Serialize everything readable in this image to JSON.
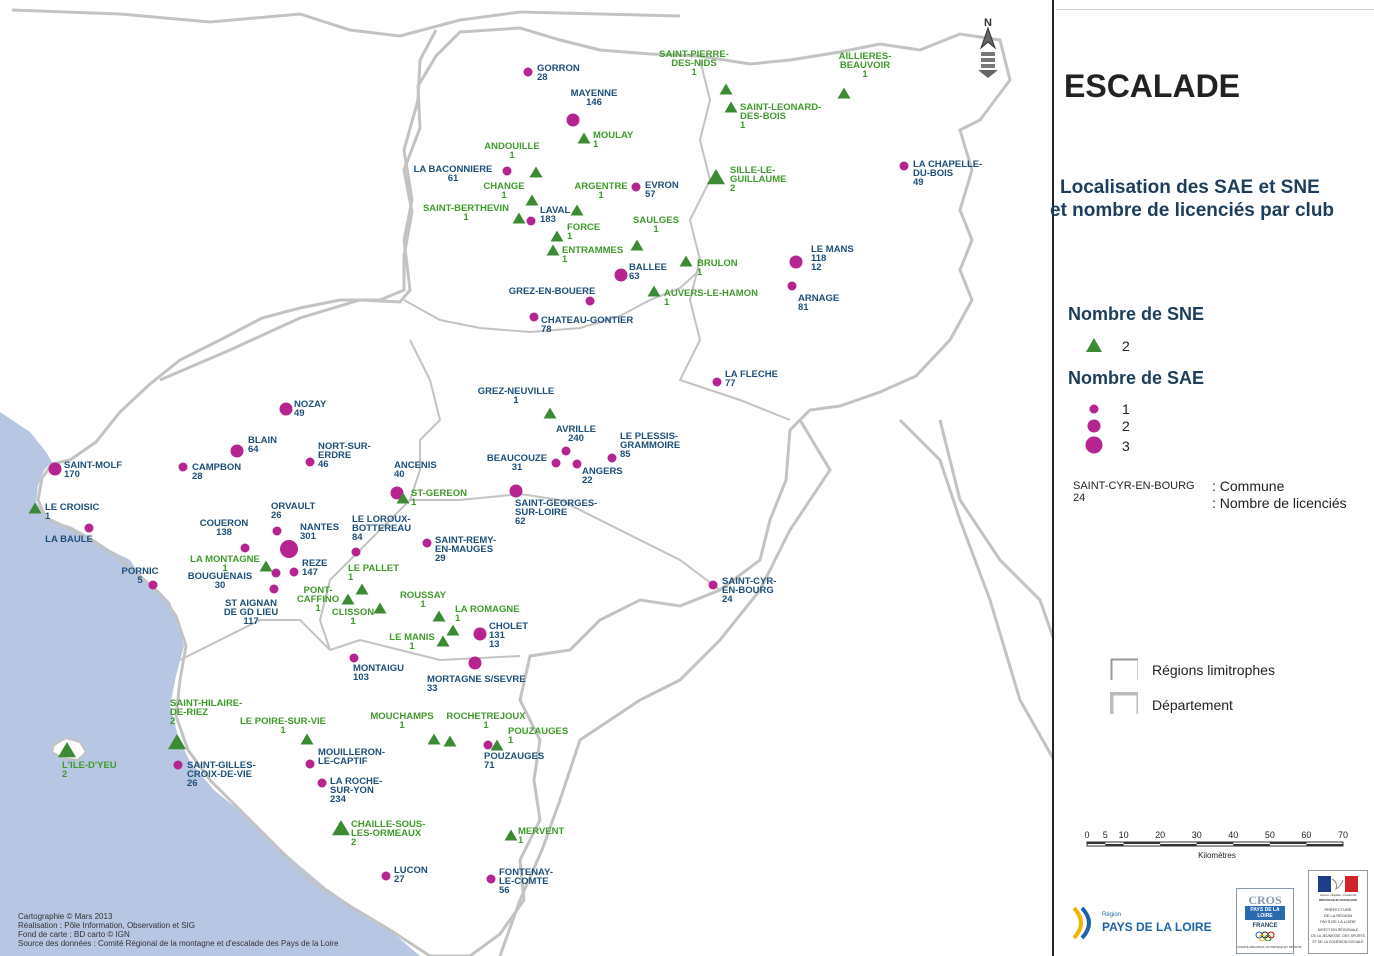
{
  "header": {
    "title": "ESCALADE",
    "subtitle_line1": "Localisation des SAE et SNE",
    "subtitle_line2": "et nombre de licenciés par club"
  },
  "legend": {
    "sne_title": "Nombre de SNE",
    "sne_value": "2",
    "sae_title": "Nombre de SAE",
    "sae_values": [
      "1",
      "2",
      "3"
    ],
    "example_name": "SAINT-CYR-EN-BOURG",
    "example_count": "24",
    "example_label_commune": ": Commune",
    "example_label_licencies": ": Nombre de licenciés",
    "regions_limitrophes": "Régions limitrophes",
    "departement": "Département"
  },
  "scale": {
    "ticks": [
      "0",
      "5",
      "10",
      "20",
      "30",
      "40",
      "50",
      "60",
      "70"
    ],
    "unit": "Kilomètres"
  },
  "north_arrow_label": "N",
  "credits": [
    "Cartographie © Mars 2013",
    "Réalisation : Pôle Information, Observation et SIG",
    "Fond de carte : BD carto © IGN",
    "Source des données : Comité Régional de la montagne et  d'escalade des Pays de la Loire"
  ],
  "logos": {
    "region_small": "Région",
    "region_name": "PAYS DE LA LOIRE",
    "cros_top": "CROS",
    "cros_mid": "PAYS DE LA LOIRE",
    "cros_france": "FRANCE",
    "cros_bottom": "COMITÉ RÉGIONAL OLYMPIQUE ET SPORTIF",
    "pref_motto": "Liberté • Égalité • Fraternité",
    "pref_republic": "RÉPUBLIQUE FRANÇAISE",
    "pref_l1": "PRÉFECTURE",
    "pref_l2": "DE LA RÉGION",
    "pref_l3": "PAYS DE LA LOIRE",
    "pref_l4": "DIRECTION RÉGIONALE",
    "pref_l5": "DE LA JEUNESSE, DES SPORTS",
    "pref_l6": "ET DE LA COHÉSION SOCIALE"
  },
  "colors": {
    "sae": "#b5248f",
    "sne": "#3d8a35",
    "label_blue": "#1d4f7a",
    "label_green": "#3f9a2c",
    "sea": "#b7c6e3",
    "boundary": "#c3c3c3"
  },
  "sites": [
    {
      "id": "gorron",
      "lines": [
        "GORRON",
        "28"
      ],
      "color": "blue",
      "sym": "sae",
      "size": 1
    },
    {
      "id": "mayenne",
      "lines": [
        "MAYENNE",
        "146"
      ],
      "color": "blue",
      "sym": "sae",
      "size": 2
    },
    {
      "id": "moulay",
      "lines": [
        "MOULAY",
        "1"
      ],
      "color": "green",
      "sym": "sne",
      "size": 1
    },
    {
      "id": "saint-pierre-des-nids",
      "lines": [
        "SAINT-PIERRE-",
        "DES-NIDS",
        "1"
      ],
      "color": "green",
      "sym": "sne",
      "size": 1
    },
    {
      "id": "aillieres-beauvoir",
      "lines": [
        "AILLIERES-",
        "BEAUVOIR",
        "1"
      ],
      "color": "green",
      "sym": "sne",
      "size": 1
    },
    {
      "id": "saint-leonard-des-bois",
      "lines": [
        "SAINT-LEONARD-",
        "DES-BOIS",
        "1"
      ],
      "color": "green",
      "sym": "sne",
      "size": 1
    },
    {
      "id": "andouille",
      "lines": [
        "ANDOUILLE",
        "1"
      ],
      "color": "green",
      "sym": "sne",
      "size": 1
    },
    {
      "id": "la-baconniere",
      "lines": [
        "LA BACONNIERE",
        "61"
      ],
      "color": "blue",
      "sym": "sae",
      "size": 1
    },
    {
      "id": "change",
      "lines": [
        "CHANGE",
        "1"
      ],
      "color": "green",
      "sym": "sne",
      "size": 1
    },
    {
      "id": "argentre",
      "lines": [
        "ARGENTRE",
        "1"
      ],
      "color": "green",
      "sym": "sne",
      "size": 1
    },
    {
      "id": "evron",
      "lines": [
        "EVRON",
        "57"
      ],
      "color": "blue",
      "sym": "sae",
      "size": 1
    },
    {
      "id": "sille-le-guillaume",
      "lines": [
        "SILLE-LE-",
        "GUILLAUME",
        "2"
      ],
      "color": "green",
      "sym": "sne",
      "size": 2
    },
    {
      "id": "la-chapelle-du-bois",
      "lines": [
        "LA CHAPELLE-",
        "DU-BOIS",
        "49"
      ],
      "color": "blue",
      "sym": "sae",
      "size": 1
    },
    {
      "id": "saint-berthevin",
      "lines": [
        "SAINT-BERTHEVIN",
        "1"
      ],
      "color": "green",
      "sym": "sne",
      "size": 1
    },
    {
      "id": "laval",
      "lines": [
        "LAVAL",
        "183"
      ],
      "color": "blue",
      "sym": "sae",
      "size": 1
    },
    {
      "id": "force",
      "lines": [
        "FORCE",
        "1"
      ],
      "color": "green",
      "sym": "sne",
      "size": 1
    },
    {
      "id": "saulges",
      "lines": [
        "SAULGES",
        "1"
      ],
      "color": "green",
      "sym": "sne",
      "size": 1
    },
    {
      "id": "entrammes",
      "lines": [
        "ENTRAMMES",
        "1"
      ],
      "color": "green",
      "sym": "sne",
      "size": 1
    },
    {
      "id": "brulon",
      "lines": [
        "BRULON",
        "1"
      ],
      "color": "green",
      "sym": "sne",
      "size": 1
    },
    {
      "id": "le-mans",
      "lines": [
        "LE MANS",
        "118",
        "12"
      ],
      "color": "blue",
      "sym": "sae",
      "size": 2
    },
    {
      "id": "ballee",
      "lines": [
        "BALLEE",
        "63"
      ],
      "color": "blue",
      "sym": "sae",
      "size": 2
    },
    {
      "id": "auvers-le-hamon",
      "lines": [
        "AUVERS-LE-HAMON",
        "1"
      ],
      "color": "green",
      "sym": "sne",
      "size": 1
    },
    {
      "id": "arnage",
      "lines": [
        "ARNAGE",
        "81"
      ],
      "color": "blue",
      "sym": "sae",
      "size": 1
    },
    {
      "id": "grez-en-bouere",
      "lines": [
        "GREZ-EN-BOUERE"
      ],
      "color": "blue",
      "sym": "sae",
      "size": 1
    },
    {
      "id": "chateau-gontier",
      "lines": [
        "CHATEAU-GONTIER",
        "78"
      ],
      "color": "blue",
      "sym": "sae",
      "size": 1
    },
    {
      "id": "la-fleche",
      "lines": [
        "LA FLECHE",
        "77"
      ],
      "color": "blue",
      "sym": "sae",
      "size": 1
    },
    {
      "id": "grez-neuville",
      "lines": [
        "GREZ-NEUVILLE",
        "1"
      ],
      "color": "blue",
      "sym": "sne",
      "size": 1
    },
    {
      "id": "nozay",
      "lines": [
        "NOZAY",
        "49"
      ],
      "color": "blue",
      "sym": "sae",
      "size": 2
    },
    {
      "id": "avrille",
      "lines": [
        "AVRILLE",
        "240"
      ],
      "color": "blue",
      "sym": "sae",
      "size": 1
    },
    {
      "id": "le-plessis-grammoire",
      "lines": [
        "LE PLESSIS-",
        "GRAMMOIRE",
        "85"
      ],
      "color": "blue",
      "sym": "sae",
      "size": 1
    },
    {
      "id": "beaucouze",
      "lines": [
        "BEAUCOUZE",
        "31"
      ],
      "color": "blue",
      "sym": "sae",
      "size": 1
    },
    {
      "id": "angers",
      "lines": [
        "ANGERS",
        "22"
      ],
      "color": "blue",
      "sym": "sae",
      "size": 1
    },
    {
      "id": "blain",
      "lines": [
        "BLAIN",
        "64"
      ],
      "color": "blue",
      "sym": "sae",
      "size": 2
    },
    {
      "id": "nort-sur-erdre",
      "lines": [
        "NORT-SUR-",
        "ERDRE",
        "46"
      ],
      "color": "blue",
      "sym": "sae",
      "size": 1
    },
    {
      "id": "saint-molf",
      "lines": [
        "SAINT-MOLF",
        "170"
      ],
      "color": "blue",
      "sym": "sae",
      "size": 2
    },
    {
      "id": "campbon",
      "lines": [
        "CAMPBON",
        "28"
      ],
      "color": "blue",
      "sym": "sae",
      "size": 1
    },
    {
      "id": "ancenis",
      "lines": [
        "ANCENIS",
        "40"
      ],
      "color": "blue",
      "sym": "sae",
      "size": 2
    },
    {
      "id": "st-gereon",
      "lines": [
        "ST-GEREON",
        "1"
      ],
      "color": "green",
      "sym": "sne",
      "size": 1
    },
    {
      "id": "saint-georges-sur-loire",
      "lines": [
        "SAINT-GEORGES-",
        "SUR-LOIRE",
        "62"
      ],
      "color": "blue",
      "sym": "sae",
      "size": 2
    },
    {
      "id": "le-croisic",
      "lines": [
        "LE CROISIC",
        "1"
      ],
      "color": "blue",
      "sym": "sne",
      "size": 1
    },
    {
      "id": "la-baule",
      "lines": [
        "LA BAULE"
      ],
      "color": "blue",
      "sym": "sae",
      "size": 1
    },
    {
      "id": "orvault",
      "lines": [
        "ORVAULT",
        "26"
      ],
      "color": "blue",
      "sym": "sae",
      "size": 1
    },
    {
      "id": "coueron",
      "lines": [
        "COUERON",
        "138"
      ],
      "color": "blue",
      "sym": "sae",
      "size": 1
    },
    {
      "id": "nantes",
      "lines": [
        "NANTES",
        "301"
      ],
      "color": "blue",
      "sym": "sae",
      "size": 3
    },
    {
      "id": "le-loroux-bottereau",
      "lines": [
        "LE LOROUX-",
        "BOTTEREAU",
        "84"
      ],
      "color": "blue",
      "sym": "sae",
      "size": 1
    },
    {
      "id": "saint-remy-en-mauges",
      "lines": [
        "SAINT-REMY-",
        "EN-MAUGES",
        "29"
      ],
      "color": "blue",
      "sym": "sae",
      "size": 1
    },
    {
      "id": "la-montagne",
      "lines": [
        "LA MONTAGNE",
        "1"
      ],
      "color": "green",
      "sym": "sne",
      "size": 1
    },
    {
      "id": "bouguenais",
      "lines": [
        "BOUGUENAIS",
        "30"
      ],
      "color": "blue",
      "sym": "sae",
      "size": 1
    },
    {
      "id": "reze",
      "lines": [
        "REZE",
        "147"
      ],
      "color": "blue",
      "sym": "sae",
      "size": 1
    },
    {
      "id": "le-pallet",
      "lines": [
        "LE PALLET",
        "1"
      ],
      "color": "green",
      "sym": "sne",
      "size": 1
    },
    {
      "id": "pornic",
      "lines": [
        "PORNIC",
        "5"
      ],
      "color": "blue",
      "sym": "sae",
      "size": 1
    },
    {
      "id": "pont-caffino",
      "lines": [
        "PONT-",
        "CAFFINO",
        "1"
      ],
      "color": "green",
      "sym": "sne",
      "size": 1
    },
    {
      "id": "clisson",
      "lines": [
        "CLISSON",
        "1"
      ],
      "color": "green",
      "sym": "sne",
      "size": 1
    },
    {
      "id": "st-aignan-de-gd-lieu",
      "lines": [
        "ST AIGNAN",
        "DE GD LIEU",
        "117"
      ],
      "color": "blue",
      "sym": "sae",
      "size": 1
    },
    {
      "id": "roussay",
      "lines": [
        "ROUSSAY",
        "1"
      ],
      "color": "green",
      "sym": "sne",
      "size": 1
    },
    {
      "id": "la-romagne",
      "lines": [
        "LA ROMAGNE",
        "1"
      ],
      "color": "green",
      "sym": "sne",
      "size": 1
    },
    {
      "id": "saint-cyr-en-bourg",
      "lines": [
        "SAINT-CYR-",
        "EN-BOURG",
        "24"
      ],
      "color": "blue",
      "sym": "sae",
      "size": 1
    },
    {
      "id": "cholet",
      "lines": [
        "CHOLET",
        "131",
        "13"
      ],
      "color": "blue",
      "sym": "sae",
      "size": 2
    },
    {
      "id": "le-manis",
      "lines": [
        "LE MANIS",
        "1"
      ],
      "color": "green",
      "sym": "sne",
      "size": 1
    },
    {
      "id": "montaigu",
      "lines": [
        "MONTAIGU",
        "103"
      ],
      "color": "blue",
      "sym": "sae",
      "size": 1
    },
    {
      "id": "mortagne-s-sevre",
      "lines": [
        "MORTAGNE S/SEVRE",
        "33"
      ],
      "color": "blue",
      "sym": "sae",
      "size": 2
    },
    {
      "id": "saint-hilaire-de-riez",
      "lines": [
        "SAINT-HILAIRE-",
        "DE-RIEZ",
        "2"
      ],
      "color": "green",
      "sym": "sne",
      "size": 2
    },
    {
      "id": "le-poire-sur-vie",
      "lines": [
        "LE POIRE-SUR-VIE",
        "1"
      ],
      "color": "green",
      "sym": "sne",
      "size": 1
    },
    {
      "id": "mouchamps",
      "lines": [
        "MOUCHAMPS",
        "1"
      ],
      "color": "green",
      "sym": "sne",
      "size": 1
    },
    {
      "id": "rochetrejoux",
      "lines": [
        "ROCHETREJOUX",
        "1"
      ],
      "color": "green",
      "sym": "sne",
      "size": 1
    },
    {
      "id": "pouzauges-sne",
      "lines": [
        "POUZAUGES",
        "1"
      ],
      "color": "green",
      "sym": "sne",
      "size": 1
    },
    {
      "id": "pouzauges-sae",
      "lines": [
        "POUZAUGES",
        "71"
      ],
      "color": "blue",
      "sym": "sae",
      "size": 1
    },
    {
      "id": "l-ile-d-yeu",
      "lines": [
        "L'ILE-D'YEU",
        "2"
      ],
      "color": "green",
      "sym": "sne",
      "size": 2
    },
    {
      "id": "saint-gilles-croix-de-vie",
      "lines": [
        "SAINT-GILLES-",
        "CROIX-DE-VIE",
        "26"
      ],
      "color": "blue",
      "sym": "sae",
      "size": 1
    },
    {
      "id": "mouilleron-le-captif",
      "lines": [
        "MOUILLERON-",
        "LE-CAPTIF"
      ],
      "color": "blue",
      "sym": "sae",
      "size": 1
    },
    {
      "id": "la-roche-sur-yon",
      "lines": [
        "LA ROCHE-",
        "SUR-YON",
        "234"
      ],
      "color": "blue",
      "sym": "sae",
      "size": 1
    },
    {
      "id": "chaille-sous-les-ormeaux",
      "lines": [
        "CHAILLE-SOUS-",
        "LES-ORMEAUX",
        "2"
      ],
      "color": "green",
      "sym": "sne",
      "size": 2
    },
    {
      "id": "mervent",
      "lines": [
        "MERVENT",
        "1"
      ],
      "color": "green",
      "sym": "sne",
      "size": 1
    },
    {
      "id": "lucon",
      "lines": [
        "LUCON",
        "27"
      ],
      "color": "blue",
      "sym": "sae",
      "size": 1
    },
    {
      "id": "fontenay-le-comte",
      "lines": [
        "FONTENAY-",
        "LE-COMTE",
        "56"
      ],
      "color": "blue",
      "sym": "sae",
      "size": 1
    }
  ]
}
